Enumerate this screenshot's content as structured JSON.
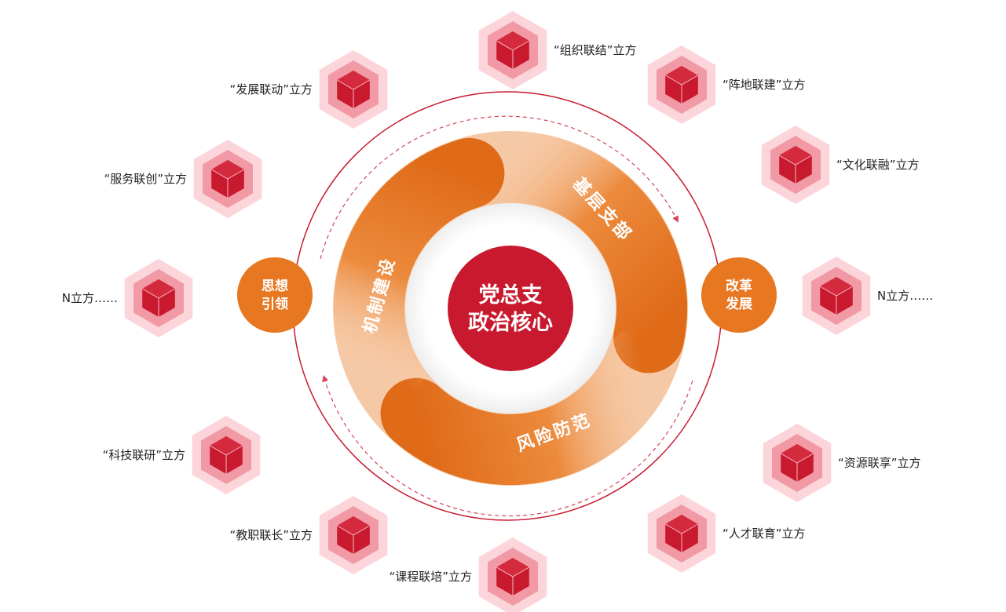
{
  "core": {
    "line1": "党总支",
    "line2": "政治核心"
  },
  "segments": [
    {
      "label": "基层支部"
    },
    {
      "label": "风险防范"
    },
    {
      "label": "机制建设"
    }
  ],
  "side_nodes": [
    {
      "line1": "思想",
      "line2": "引领"
    },
    {
      "line1": "改革",
      "line2": "发展"
    }
  ],
  "cubes": [
    {
      "label": "“组织联结”立方"
    },
    {
      "label": "“发展联动”立方"
    },
    {
      "label": "“阵地联建”立方"
    },
    {
      "label": "“文化联融”立方"
    },
    {
      "label": "“服务联创”立方"
    },
    {
      "label": "N立方……"
    },
    {
      "label": "N立方……"
    },
    {
      "label": "“科技联研”立方"
    },
    {
      "label": "“资源联享”立方"
    },
    {
      "label": "“人才联育”立方"
    },
    {
      "label": "“教职联长”立方"
    },
    {
      "label": "“课程联培”立方"
    }
  ],
  "colors": {
    "red": "#c8192e",
    "orange": "#e87722",
    "hex_outer": "#fbd5da",
    "hex_mid": "#f19aa5"
  }
}
